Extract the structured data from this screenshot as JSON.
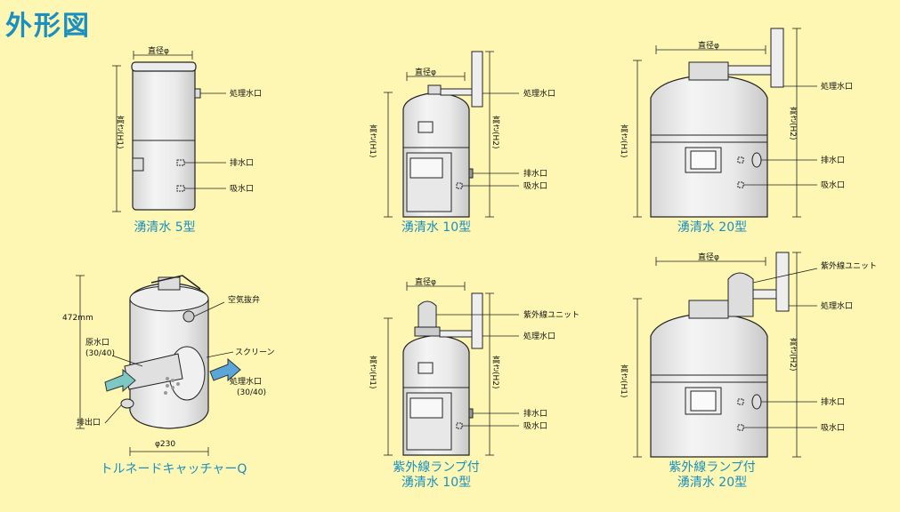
{
  "title": "外形図",
  "colors": {
    "background": "#fdf7b3",
    "accent": "#1a8fc0",
    "arrow": "#7ec8c4",
    "arrow_blue": "#5aa6d8"
  },
  "models": [
    {
      "caption": [
        "湧清水 5型"
      ]
    },
    {
      "caption": [
        "湧清水 10型"
      ]
    },
    {
      "caption": [
        "湧清水 20型"
      ]
    },
    {
      "caption": [
        "トルネードキャッチャーQ"
      ]
    },
    {
      "caption": [
        "紫外線ランプ付",
        "湧清水 10型"
      ]
    },
    {
      "caption": [
        "紫外線ランプ付",
        "湧清水 20型"
      ]
    }
  ],
  "labels": {
    "diameter": "直径φ",
    "height_h1": "高さ(H1)",
    "height_h2": "高さ(H2)",
    "treated_outlet": "処理水口",
    "drain": "排水口",
    "intake": "吸水口",
    "uv_unit": "紫外線ユニット",
    "air_vent": "空気抜弁",
    "raw_inlet": "原水口",
    "raw_inlet_size": "(30/40)",
    "screen": "スクリーン",
    "treated_outlet_size": "(30/40)",
    "discharge": "排出口",
    "height_472": "472mm",
    "dia_230": "φ230"
  }
}
